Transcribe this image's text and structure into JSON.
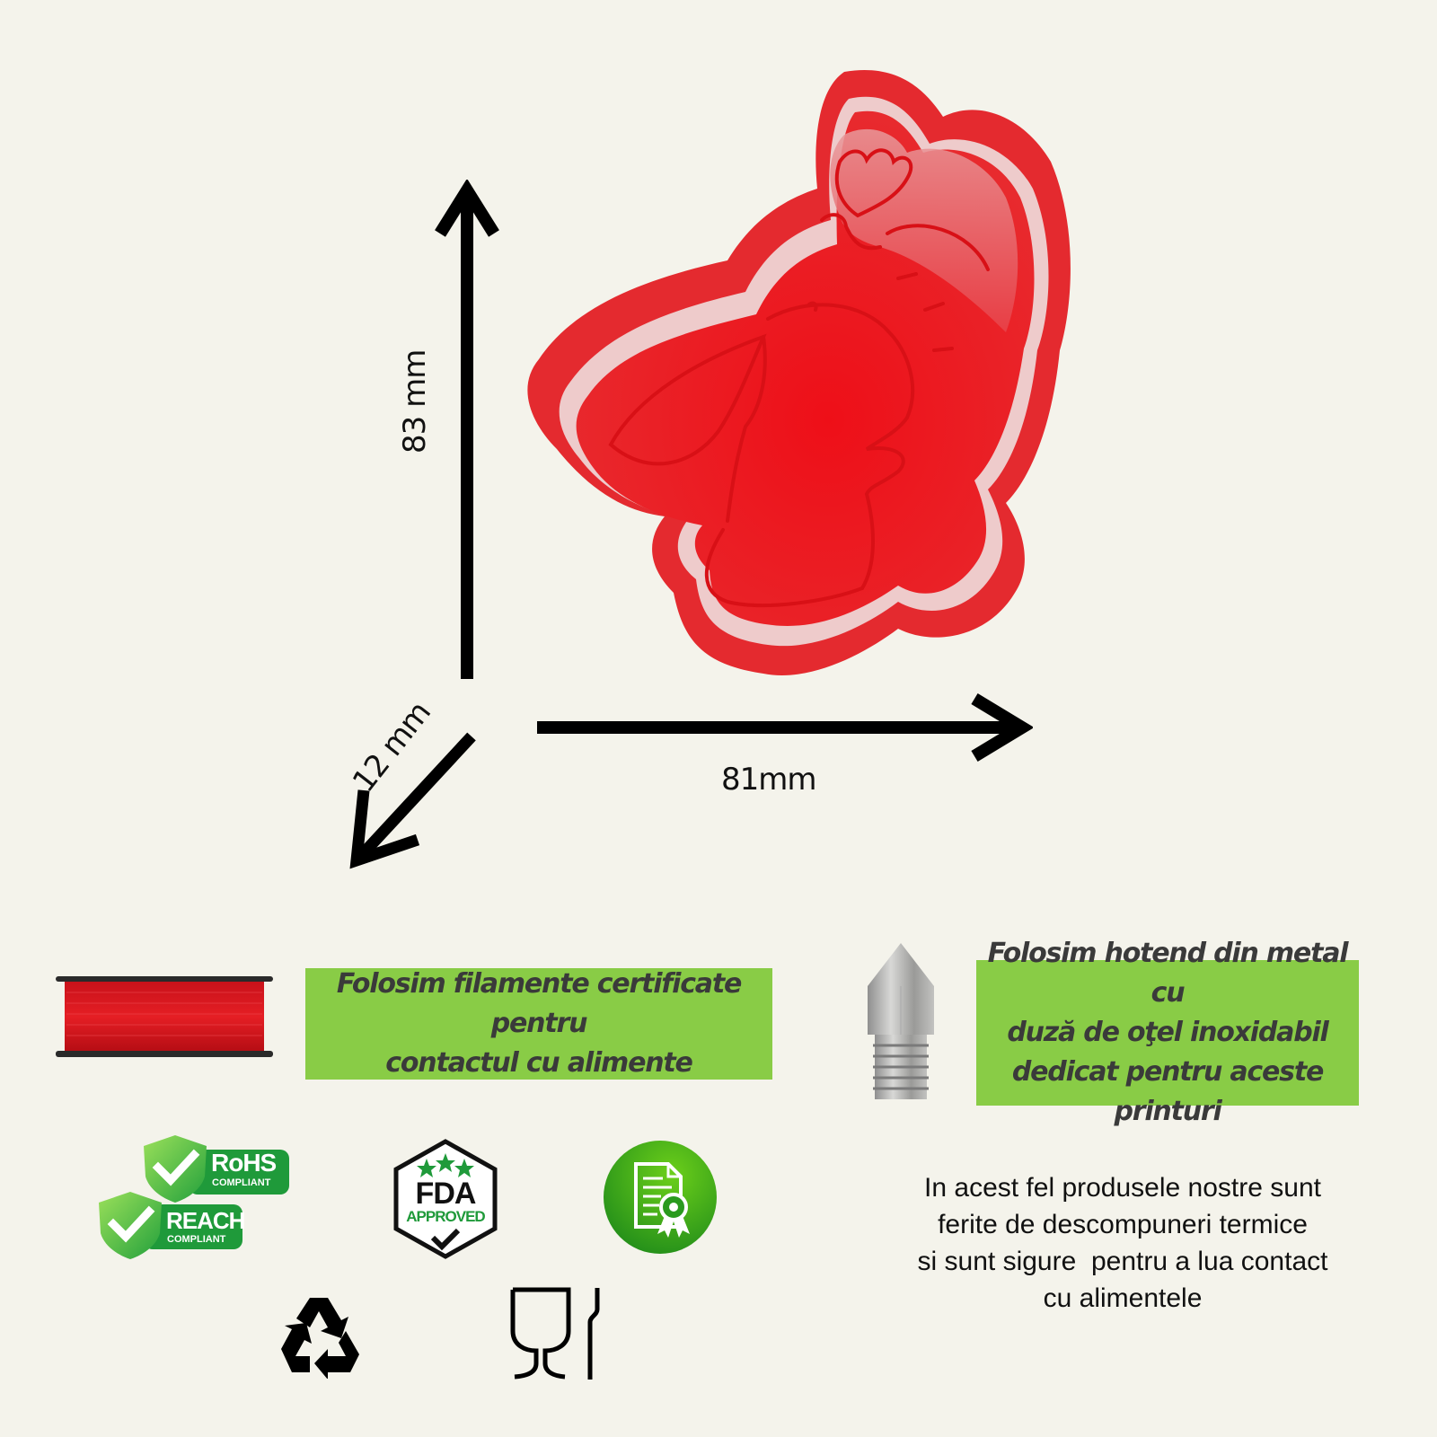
{
  "dimensions": {
    "height_label": "83 mm",
    "width_label": "81mm",
    "depth_label": "12 mm"
  },
  "product": {
    "name": "bunny-cookie-cutter",
    "color": "#e8151c"
  },
  "features": [
    {
      "icon": "filament-spool-icon",
      "lines": [
        "Folosim filamente certificate pentru",
        "contactul cu alimente"
      ]
    },
    {
      "icon": "nozzle-icon",
      "lines": [
        "Folosim hotend din metal cu",
        "duză de oţel inoxidabil",
        "dedicat pentru aceste printuri"
      ]
    }
  ],
  "badges": {
    "rohs": {
      "title": "RoHS",
      "subtitle": "COMPLIANT"
    },
    "reach": {
      "title": "REACH",
      "subtitle": "COMPLIANT"
    },
    "fda": {
      "title": "FDA",
      "subtitle": "APPROVED"
    }
  },
  "info_text": [
    "In acest fel produsele nostre sunt",
    "ferite de descompuneri termice",
    "si sunt sigure  pentru a lua contact",
    "cu alimentele"
  ],
  "colors": {
    "background": "#f4f3eb",
    "green_box": "#89cc46",
    "badge_green": "#1f9a3a",
    "text_dark": "#3a3a3a"
  }
}
